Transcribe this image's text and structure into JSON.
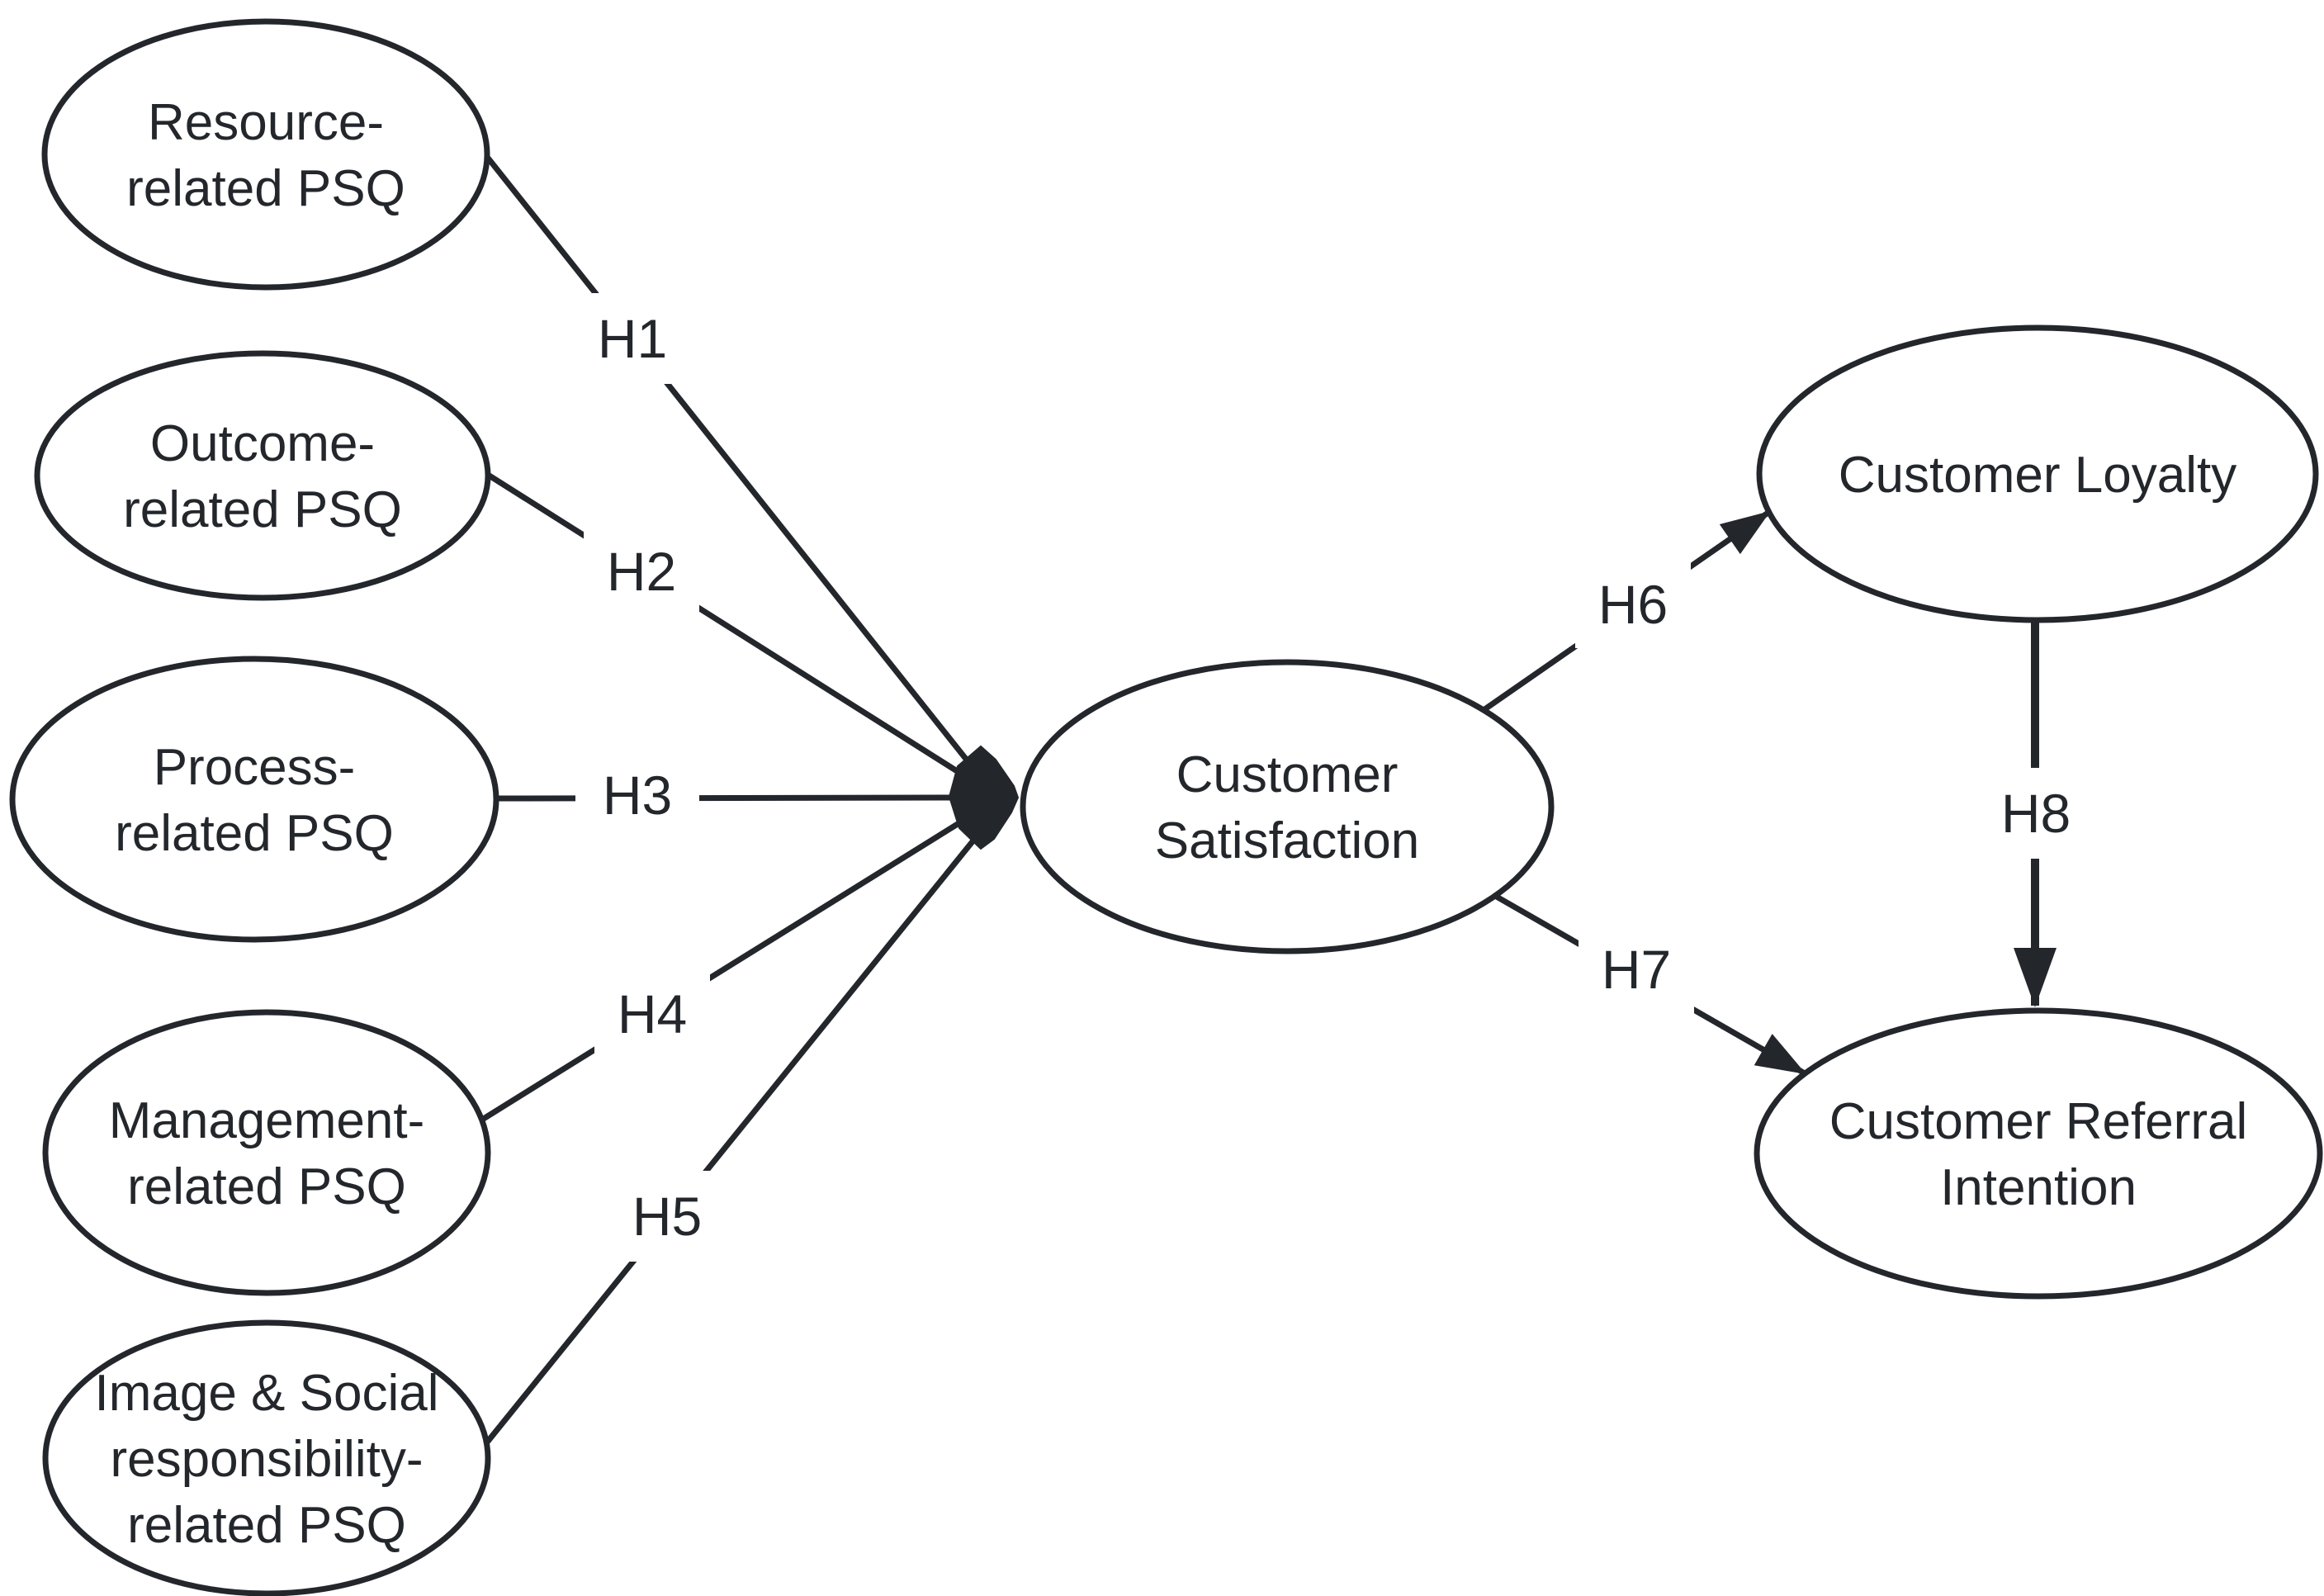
{
  "figure": {
    "type": "sem-path-diagram",
    "colors": {
      "ink": "#23272c",
      "background": "#ffffff"
    },
    "nodes": {
      "resource": {
        "lines": [
          "Resource-",
          "related PSQ"
        ]
      },
      "outcome": {
        "lines": [
          "Outcome-",
          "related PSQ"
        ]
      },
      "process": {
        "lines": [
          "Process-",
          "related PSQ"
        ]
      },
      "management": {
        "lines": [
          "Management-",
          "related PSQ"
        ]
      },
      "image_social": {
        "lines": [
          "Image & Social",
          "responsibility-",
          "related PSQ"
        ]
      },
      "satisfaction": {
        "lines": [
          "Customer",
          "Satisfaction"
        ]
      },
      "loyalty": {
        "lines": [
          "Customer Loyalty"
        ]
      },
      "referral": {
        "lines": [
          "Customer Referral",
          "Intention"
        ]
      }
    },
    "edges": {
      "h1": {
        "label": "H1",
        "from": "resource",
        "to": "satisfaction"
      },
      "h2": {
        "label": "H2",
        "from": "outcome",
        "to": "satisfaction"
      },
      "h3": {
        "label": "H3",
        "from": "process",
        "to": "satisfaction"
      },
      "h4": {
        "label": "H4",
        "from": "management",
        "to": "satisfaction"
      },
      "h5": {
        "label": "H5",
        "from": "image_social",
        "to": "satisfaction"
      },
      "h6": {
        "label": "H6",
        "from": "satisfaction",
        "to": "loyalty"
      },
      "h7": {
        "label": "H7",
        "from": "satisfaction",
        "to": "referral"
      },
      "h8": {
        "label": "H8",
        "from": "loyalty",
        "to": "referral"
      }
    }
  }
}
